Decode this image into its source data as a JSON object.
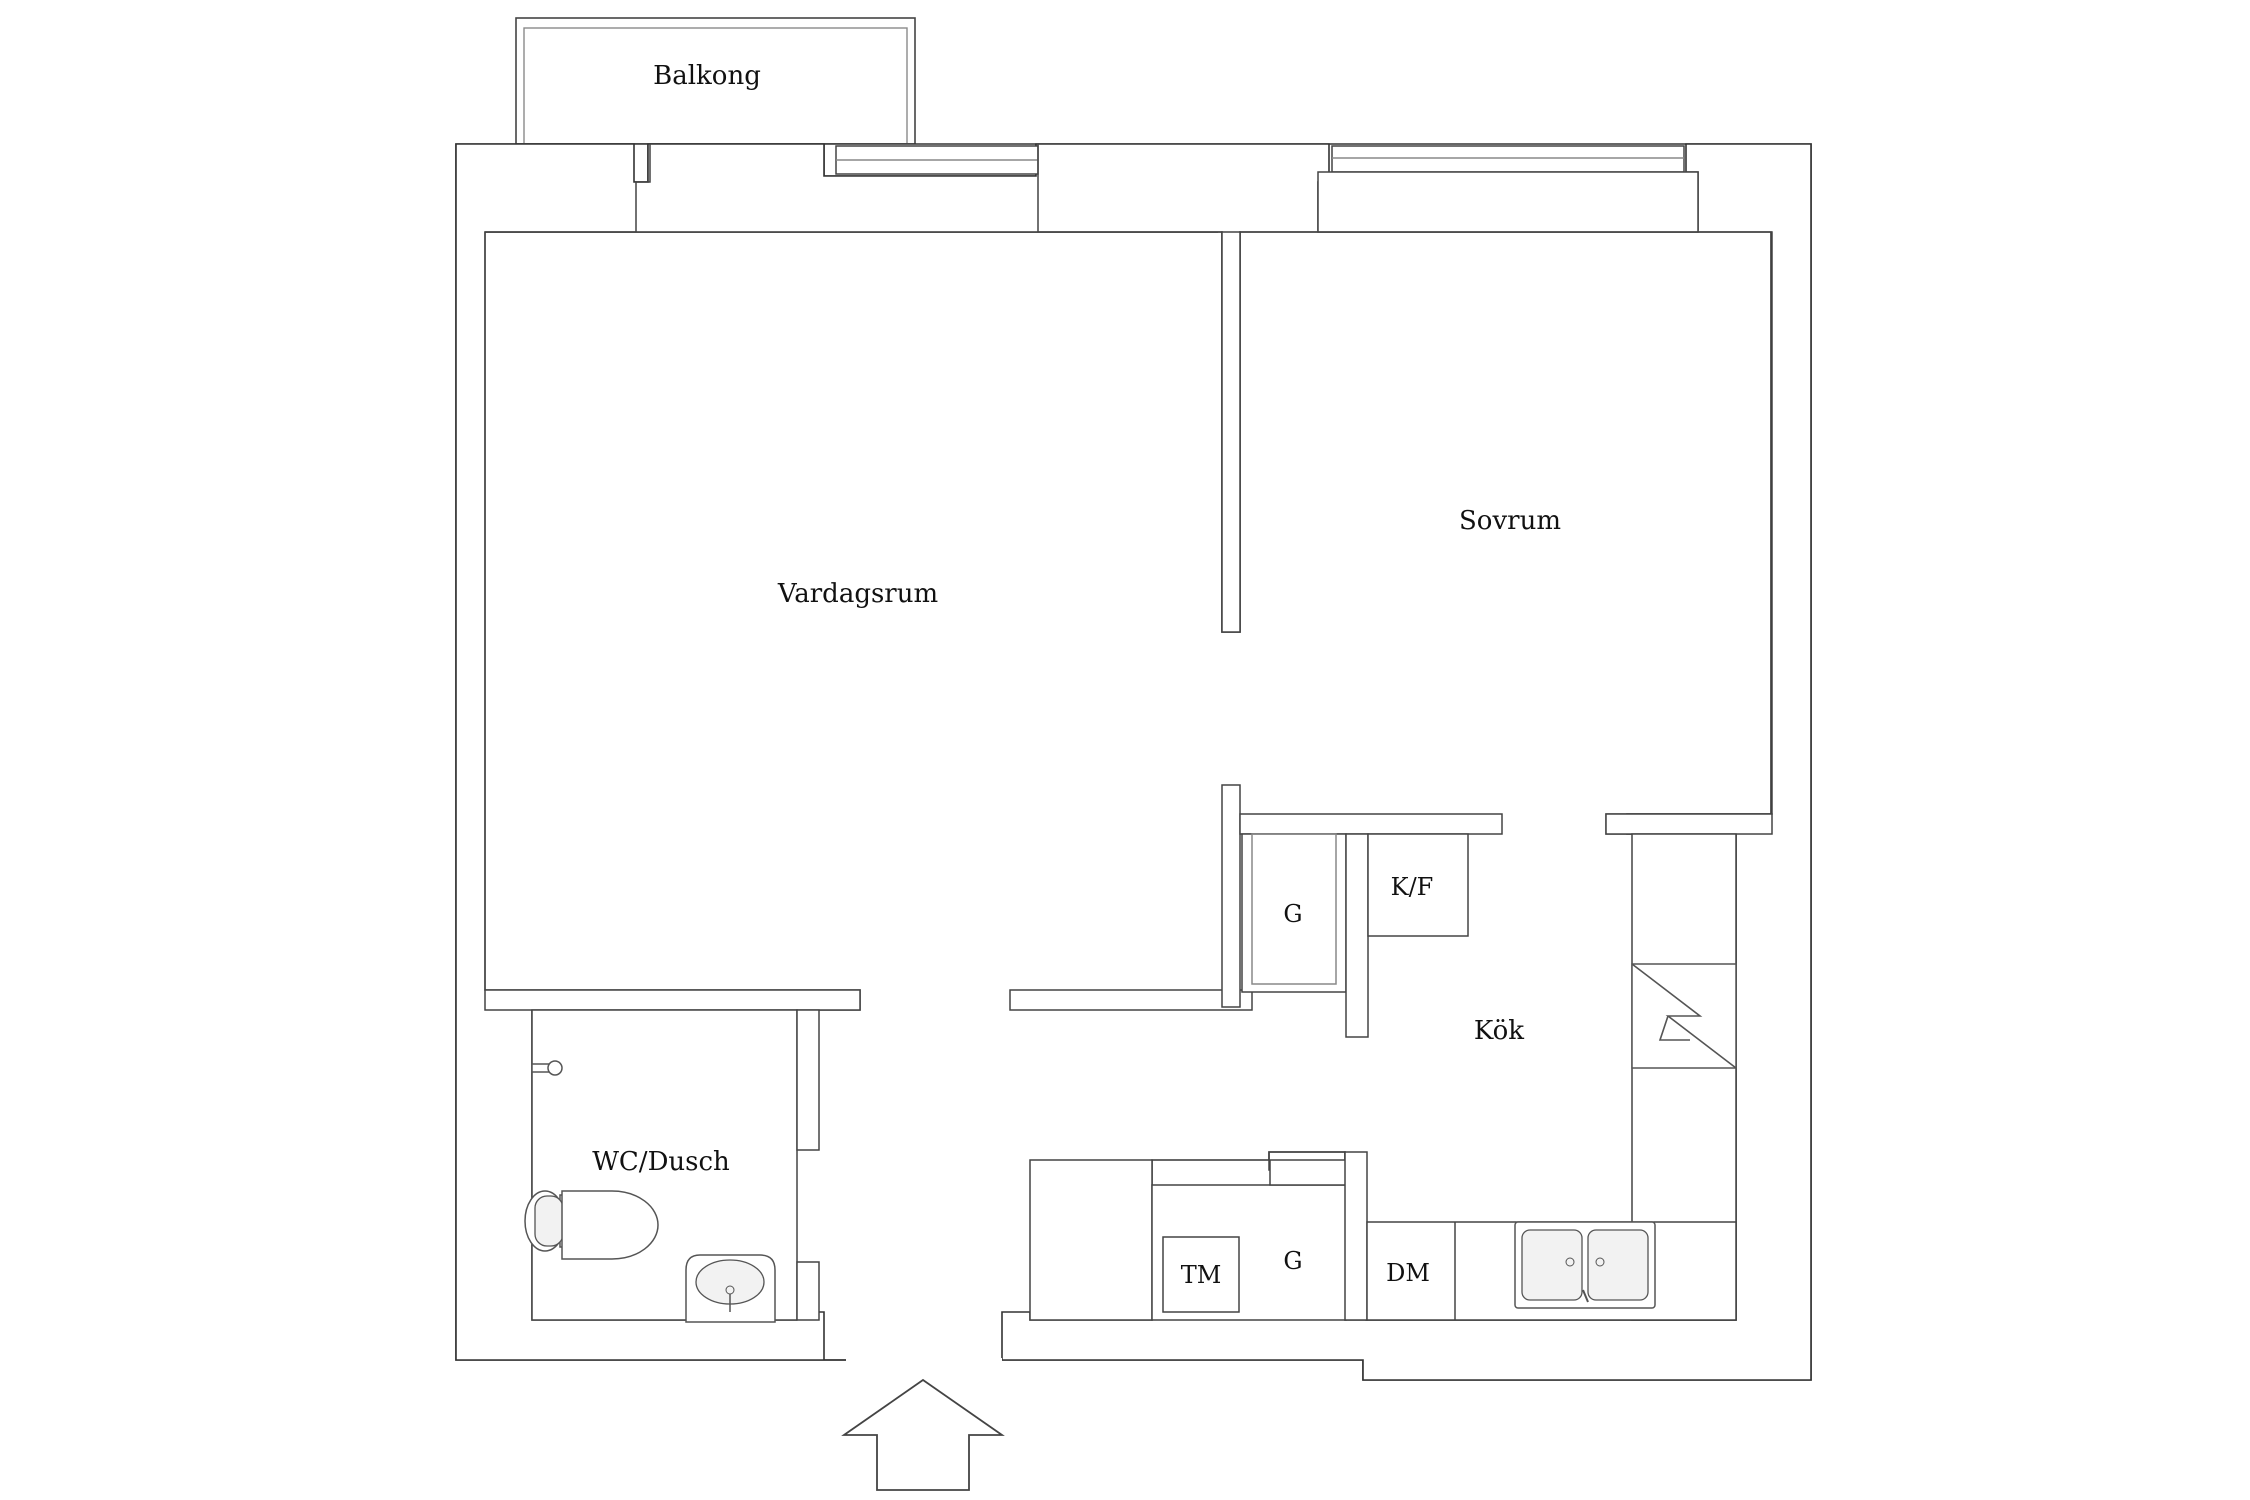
{
  "rooms": {
    "balcony": "Balkong",
    "living_room": "Vardagsrum",
    "bedroom": "Sovrum",
    "kitchen": "Kök",
    "bathroom": "WC/Dusch"
  },
  "fixtures": {
    "wardrobe_upper": "G",
    "wardrobe_lower": "G",
    "fridge_freezer": "K/F",
    "washing_machine": "TM",
    "dishwasher": "DM"
  },
  "icons": {
    "entrance": "entrance-arrow-icon",
    "stove": "stove-icon",
    "sink": "kitchen-sink-icon",
    "toilet": "toilet-icon",
    "washbasin": "washbasin-icon",
    "shower": "shower-head-icon"
  }
}
